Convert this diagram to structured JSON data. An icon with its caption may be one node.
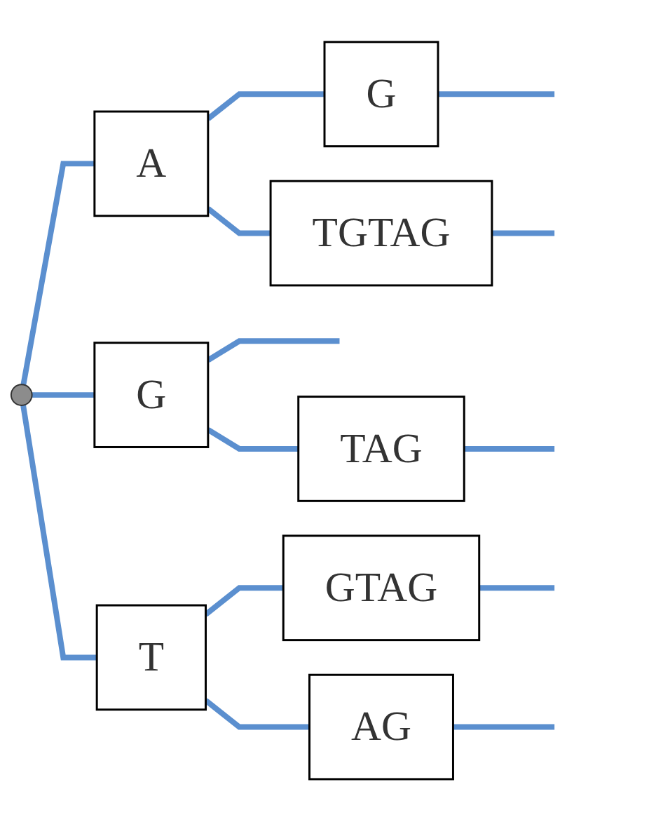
{
  "diagram": {
    "nodes": [
      {
        "text": [],
        "shape": "circle"
      },
      {
        "text": [
          "A"
        ]
      },
      {
        "text": [
          "G"
        ]
      },
      {
        "text": [
          "TGTAG"
        ]
      },
      {
        "text": [
          "G"
        ]
      },
      {
        "text": [
          "TAG"
        ]
      },
      {
        "text": [
          "T"
        ]
      },
      {
        "text": [
          "GTAG"
        ]
      },
      {
        "text": [
          "AG"
        ]
      }
    ],
    "edges": [
      {
        "from": 0,
        "to": 1,
        "arrow": "none"
      },
      {
        "from": 1,
        "to": 2,
        "arrow": "none"
      },
      {
        "from": 2,
        "to": null,
        "arrow": "none"
      },
      {
        "from": 1,
        "to": 3,
        "arrow": "none"
      },
      {
        "from": 3,
        "to": null,
        "arrow": "none"
      },
      {
        "from": 0,
        "to": 4,
        "arrow": "none"
      },
      {
        "from": 4,
        "to": null,
        "arrow": "none"
      },
      {
        "from": 4,
        "to": 5,
        "arrow": "none"
      },
      {
        "from": 5,
        "to": null,
        "arrow": "none"
      },
      {
        "from": 0,
        "to": 6,
        "arrow": "none"
      },
      {
        "from": 6,
        "to": 7,
        "arrow": "none"
      },
      {
        "from": 7,
        "to": null,
        "arrow": "none"
      },
      {
        "from": 6,
        "to": 8,
        "arrow": "none"
      },
      {
        "from": 8,
        "to": null,
        "arrow": "none"
      }
    ]
  }
}
